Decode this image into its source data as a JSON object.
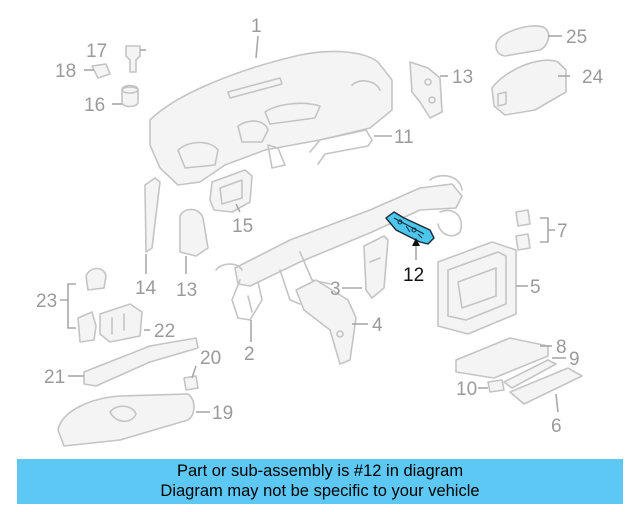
{
  "diagram": {
    "highlighted_part": "12",
    "callouts": [
      "1",
      "2",
      "3",
      "4",
      "5",
      "6",
      "7",
      "8",
      "9",
      "10",
      "11",
      "12",
      "13",
      "13",
      "14",
      "15",
      "16",
      "17",
      "18",
      "19",
      "20",
      "21",
      "22",
      "23",
      "24",
      "25"
    ]
  },
  "banner": {
    "line1": "Part or sub-assembly is #12 in diagram",
    "line2": "Diagram may not be specific to your vehicle",
    "background": "#5ec8f4"
  },
  "colors": {
    "highlight": "#4cc6ea",
    "parts": "#c4c4c4",
    "active_label": "#111111"
  }
}
